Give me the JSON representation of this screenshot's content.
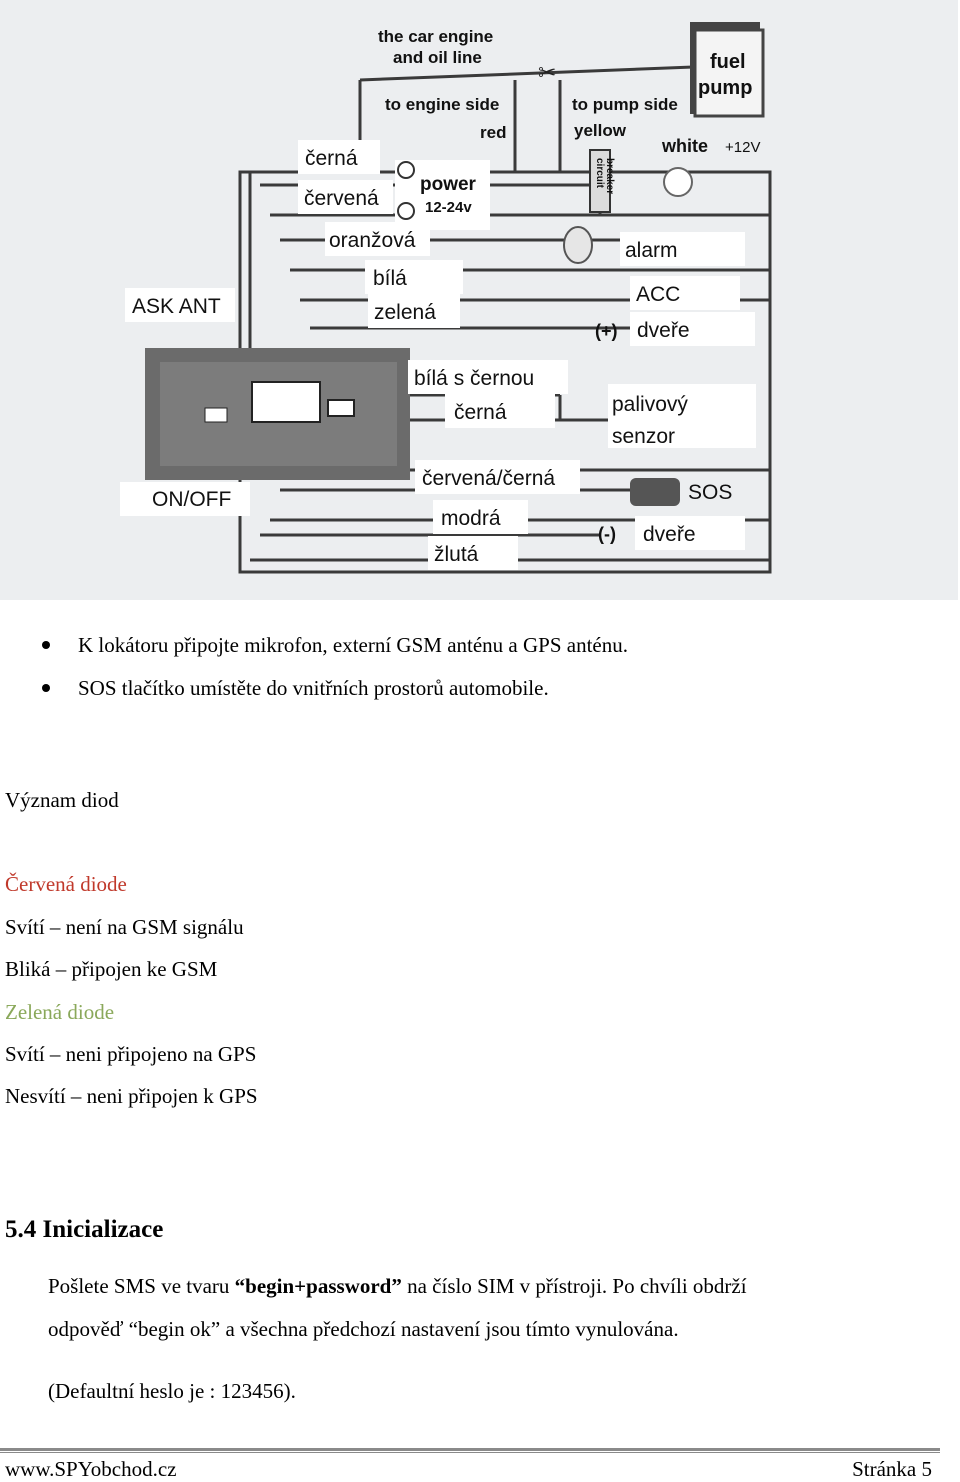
{
  "diagram": {
    "labels": {
      "engine_oil": "the car engine",
      "engine_oil2": "and oil line",
      "engine_side": "to engine side",
      "pump_side": "to pump side",
      "red": "red",
      "yellow": "yellow",
      "fuel": "fuel",
      "pump": "pump",
      "white": "white",
      "plus12": "+12V",
      "circuit": "circuit",
      "breaker": "breaker",
      "cerna1": "černá",
      "cervena": "červená",
      "power": "power",
      "volts": "12-24v",
      "oranzova": "oranžová",
      "bila": "bílá",
      "zelena": "zelená",
      "ask_ant": "ASK ANT",
      "alarm": "alarm",
      "acc": "ACC",
      "plus": "(+)",
      "dvere1": "dveře",
      "bila_cernou": "bílá s černou",
      "cerna2": "černá",
      "palivovy": "palivový",
      "senzor": "senzor",
      "cervena_cerna": "červená/černá",
      "sos": "SOS",
      "onoff": "ON/OFF",
      "modra": "modrá",
      "minus": "(-)",
      "dvere2": "dveře",
      "zluta": "žlutá"
    }
  },
  "bullets": [
    "K lokátoru připojte mikrofon, externí GSM anténu a GPS anténu.",
    "SOS tlačítko umístěte do vnitřních prostorů automobile."
  ],
  "diodes": {
    "heading": "Význam diod",
    "red_title": "Červená diode",
    "red_1": "Svítí – není na GSM signálu",
    "red_2": "Bliká – připojen ke GSM",
    "green_title": "Zelená diode",
    "green_1": "Svítí – neni připojeno na GPS",
    "green_2": "Nesvítí – neni připojen k GPS"
  },
  "section": {
    "title": "5.4 Inicializace",
    "p1_a": "Pošlete SMS ve tvaru ",
    "p1_b": "“begin+password”",
    "p1_c": " na číslo SIM v přístroji. Po chvíli obdrží",
    "p2": "odpověď “begin ok” a všechna předchozí nastavení jsou tímto vynulována.",
    "p3": "(Defaultní heslo je : 123456)."
  },
  "footer": {
    "site": "www.SPYobchod.cz",
    "page": "Stránka 5"
  },
  "colors": {
    "red_diode": "#c0392b",
    "green_diode": "#8aa85a"
  }
}
